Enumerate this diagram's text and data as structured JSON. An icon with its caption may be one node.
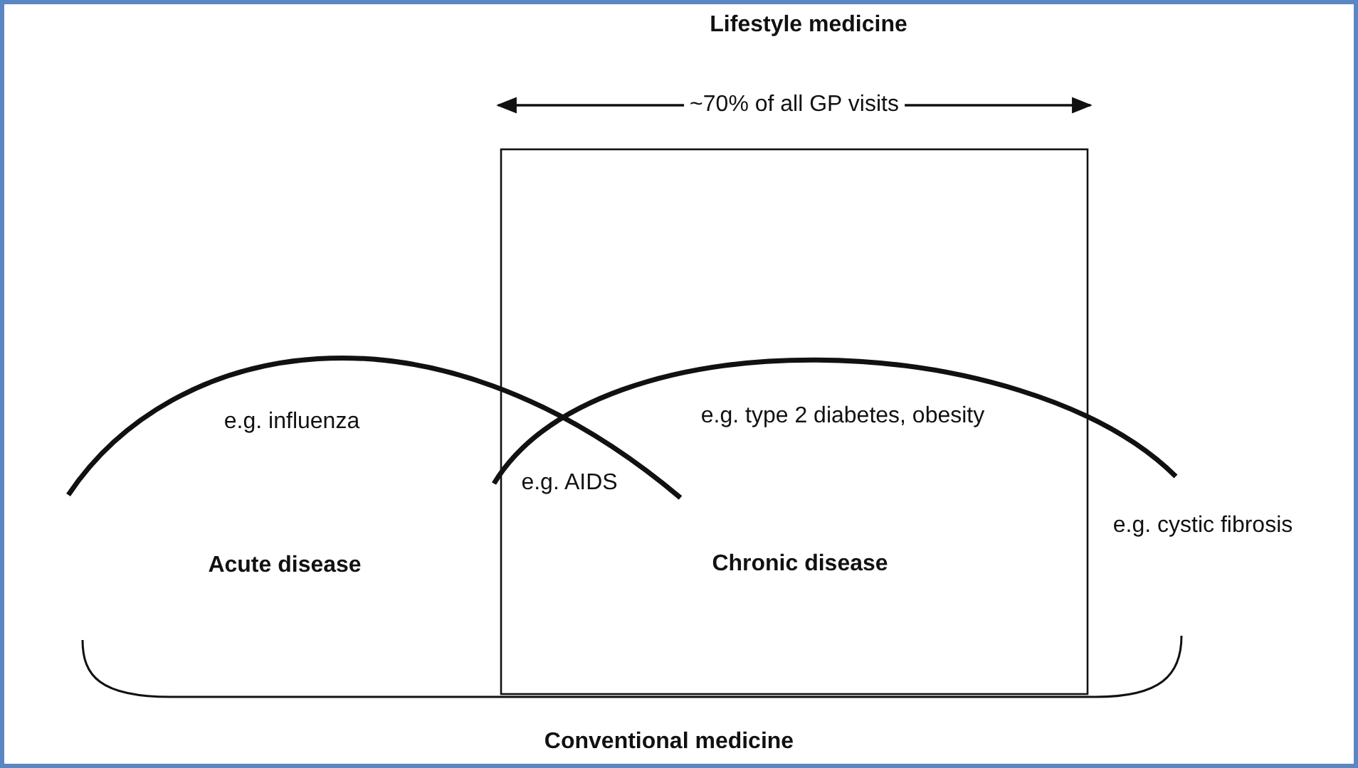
{
  "diagram": {
    "labels": [
      "Lifestyle medicine",
      "~70% of all GP visits",
      "e.g. influenza",
      "e.g. type 2 diabetes, obesity",
      "e.g. AIDS",
      "e.g. cystic fibrosis",
      "Acute disease",
      "Chronic disease",
      "Conventional medicine"
    ]
  }
}
